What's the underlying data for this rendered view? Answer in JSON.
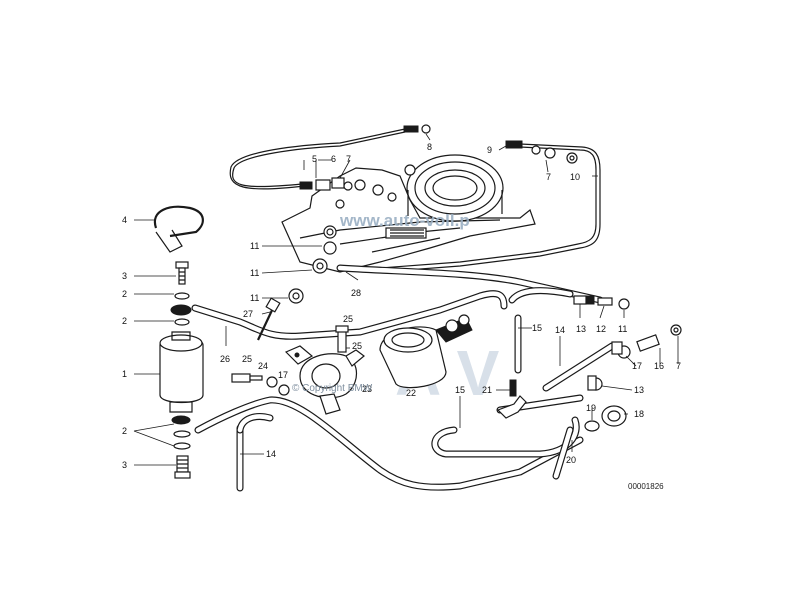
{
  "diagram": {
    "callouts": [
      {
        "id": "c1",
        "text": "1"
      },
      {
        "id": "c2a",
        "text": "2"
      },
      {
        "id": "c2b",
        "text": "2"
      },
      {
        "id": "c2c",
        "text": "2"
      },
      {
        "id": "c3a",
        "text": "3"
      },
      {
        "id": "c3b",
        "text": "3"
      },
      {
        "id": "c4",
        "text": "4"
      },
      {
        "id": "c5",
        "text": "5"
      },
      {
        "id": "c6",
        "text": "6"
      },
      {
        "id": "c7a",
        "text": "7"
      },
      {
        "id": "c7b",
        "text": "7"
      },
      {
        "id": "c7c",
        "text": "7"
      },
      {
        "id": "c8",
        "text": "8"
      },
      {
        "id": "c9",
        "text": "9"
      },
      {
        "id": "c10",
        "text": "10"
      },
      {
        "id": "c11a",
        "text": "11"
      },
      {
        "id": "c11b",
        "text": "11"
      },
      {
        "id": "c11c",
        "text": "11"
      },
      {
        "id": "c11d",
        "text": "11"
      },
      {
        "id": "c12",
        "text": "12"
      },
      {
        "id": "c13a",
        "text": "13"
      },
      {
        "id": "c13b",
        "text": "13"
      },
      {
        "id": "c14a",
        "text": "14"
      },
      {
        "id": "c14b",
        "text": "14"
      },
      {
        "id": "c15a",
        "text": "15"
      },
      {
        "id": "c15b",
        "text": "15"
      },
      {
        "id": "c16",
        "text": "16"
      },
      {
        "id": "c17a",
        "text": "17"
      },
      {
        "id": "c17b",
        "text": "17"
      },
      {
        "id": "c18",
        "text": "18"
      },
      {
        "id": "c19",
        "text": "19"
      },
      {
        "id": "c20",
        "text": "20"
      },
      {
        "id": "c21",
        "text": "21"
      },
      {
        "id": "c22",
        "text": "22"
      },
      {
        "id": "c23",
        "text": "23"
      },
      {
        "id": "c24",
        "text": "24"
      },
      {
        "id": "c25a",
        "text": "25"
      },
      {
        "id": "c25b",
        "text": "25"
      },
      {
        "id": "c26",
        "text": "26"
      },
      {
        "id": "c27",
        "text": "27"
      },
      {
        "id": "c28",
        "text": "28"
      }
    ],
    "drawing_number": "00001826",
    "watermark_url": "www.auto-voll.p",
    "watermark_copyright": "© Copyright BMW",
    "watermark_letters": "A V",
    "colors": {
      "line": "#1a1a1a",
      "background": "#ffffff",
      "watermark": "#9bb0c4"
    }
  }
}
